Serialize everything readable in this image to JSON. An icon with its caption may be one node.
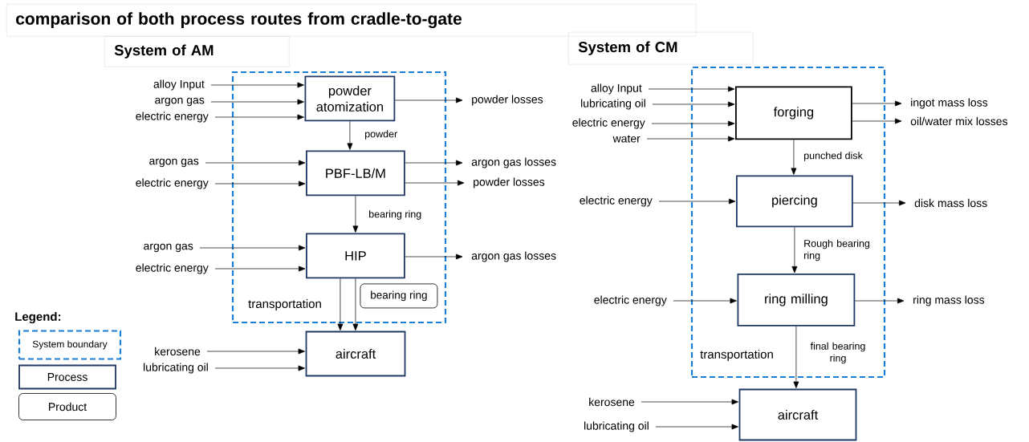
{
  "diagram": {
    "title": "comparison of both process routes from cradle-to-gate",
    "nodes": [
      {
        "text": [
          "System of AM"
        ]
      },
      {
        "text": [
          "transportation"
        ]
      },
      {
        "text": [
          "powder atomization"
        ],
        "in": 1
      },
      {
        "text": [
          "PBF-LB/M"
        ],
        "in": 1
      },
      {
        "text": [
          "HIP"
        ],
        "in": 1
      },
      {
        "text": [
          "bearing ring"
        ],
        "in": 1
      },
      {
        "text": [
          "aircraft"
        ]
      },
      {
        "text": [
          "alloy Input"
        ]
      },
      {
        "text": [
          "argon gas"
        ]
      },
      {
        "text": [
          "electric energy"
        ]
      },
      {
        "text": [
          "powder losses"
        ]
      },
      {
        "text": [
          "argon gas"
        ]
      },
      {
        "text": [
          "electric energy"
        ]
      },
      {
        "text": [
          "argon gas losses"
        ]
      },
      {
        "text": [
          "powder losses"
        ]
      },
      {
        "text": [
          "argon gas"
        ]
      },
      {
        "text": [
          "electric energy"
        ]
      },
      {
        "text": [
          "argon gas losses"
        ]
      },
      {
        "text": [
          "kerosene"
        ]
      },
      {
        "text": [
          "lubricating oil"
        ]
      },
      {
        "text": [
          "System of CM"
        ]
      },
      {
        "text": [
          "transportation"
        ]
      },
      {
        "text": [
          "forging"
        ],
        "in": 21
      },
      {
        "text": [
          "piercing"
        ],
        "in": 21
      },
      {
        "text": [
          "ring milling"
        ],
        "in": 21
      },
      {
        "text": [
          "aircraft"
        ]
      },
      {
        "text": [
          "alloy Input"
        ]
      },
      {
        "text": [
          "lubricating oil"
        ]
      },
      {
        "text": [
          "electric energy"
        ]
      },
      {
        "text": [
          "water"
        ]
      },
      {
        "text": [
          "ingot mass loss"
        ]
      },
      {
        "text": [
          "oil/water mix losses"
        ]
      },
      {
        "text": [
          "electric energy"
        ]
      },
      {
        "text": [
          "disk mass loss"
        ]
      },
      {
        "text": [
          "electric energy"
        ]
      },
      {
        "text": [
          "ring mass loss"
        ]
      },
      {
        "text": [
          "kerosene"
        ]
      },
      {
        "text": [
          "lubricating oil"
        ]
      }
    ],
    "edges": [
      {
        "from": 7,
        "to": 2,
        "arrow": "to"
      },
      {
        "from": 8,
        "to": 2,
        "arrow": "to"
      },
      {
        "from": 9,
        "to": 2,
        "arrow": "to"
      },
      {
        "from": 2,
        "to": 10,
        "arrow": "to"
      },
      {
        "from": 2,
        "to": 3,
        "arrow": "to",
        "label": "powder"
      },
      {
        "from": 11,
        "to": 3,
        "arrow": "to"
      },
      {
        "from": 12,
        "to": 3,
        "arrow": "to"
      },
      {
        "from": 3,
        "to": 13,
        "arrow": "to"
      },
      {
        "from": 3,
        "to": 14,
        "arrow": "to"
      },
      {
        "from": 3,
        "to": 4,
        "arrow": "to",
        "label": "bearing ring"
      },
      {
        "from": 15,
        "to": 4,
        "arrow": "to"
      },
      {
        "from": 16,
        "to": 4,
        "arrow": "to"
      },
      {
        "from": 4,
        "to": 17,
        "arrow": "to"
      },
      {
        "from": 4,
        "to": 6,
        "arrow": "to"
      },
      {
        "from": 4,
        "to": 6,
        "arrow": "to"
      },
      {
        "from": 18,
        "to": 6,
        "arrow": "to"
      },
      {
        "from": 19,
        "to": 6,
        "arrow": "to"
      },
      {
        "from": 26,
        "to": 22,
        "arrow": "to"
      },
      {
        "from": 27,
        "to": 22,
        "arrow": "to"
      },
      {
        "from": 28,
        "to": 22,
        "arrow": "to"
      },
      {
        "from": 29,
        "to": 22,
        "arrow": "to"
      },
      {
        "from": 22,
        "to": 30,
        "arrow": "to"
      },
      {
        "from": 22,
        "to": 31,
        "arrow": "to"
      },
      {
        "from": 22,
        "to": 23,
        "arrow": "to",
        "label": "punched disk"
      },
      {
        "from": 32,
        "to": 23,
        "arrow": "to"
      },
      {
        "from": 23,
        "to": 33,
        "arrow": "to"
      },
      {
        "from": 23,
        "to": 24,
        "arrow": "to",
        "label": "Rough bearing ring"
      },
      {
        "from": 34,
        "to": 24,
        "arrow": "to"
      },
      {
        "from": 24,
        "to": 35,
        "arrow": "to"
      },
      {
        "from": 24,
        "to": 25,
        "arrow": "to",
        "label": "final bearing ring"
      },
      {
        "from": 36,
        "to": 25,
        "arrow": "to"
      },
      {
        "from": 37,
        "to": 25,
        "arrow": "to"
      }
    ],
    "labels": [
      "Legend:"
    ],
    "legend": [
      {
        "text": "System boundary"
      },
      {
        "text": "Process"
      },
      {
        "text": "Product"
      }
    ]
  }
}
